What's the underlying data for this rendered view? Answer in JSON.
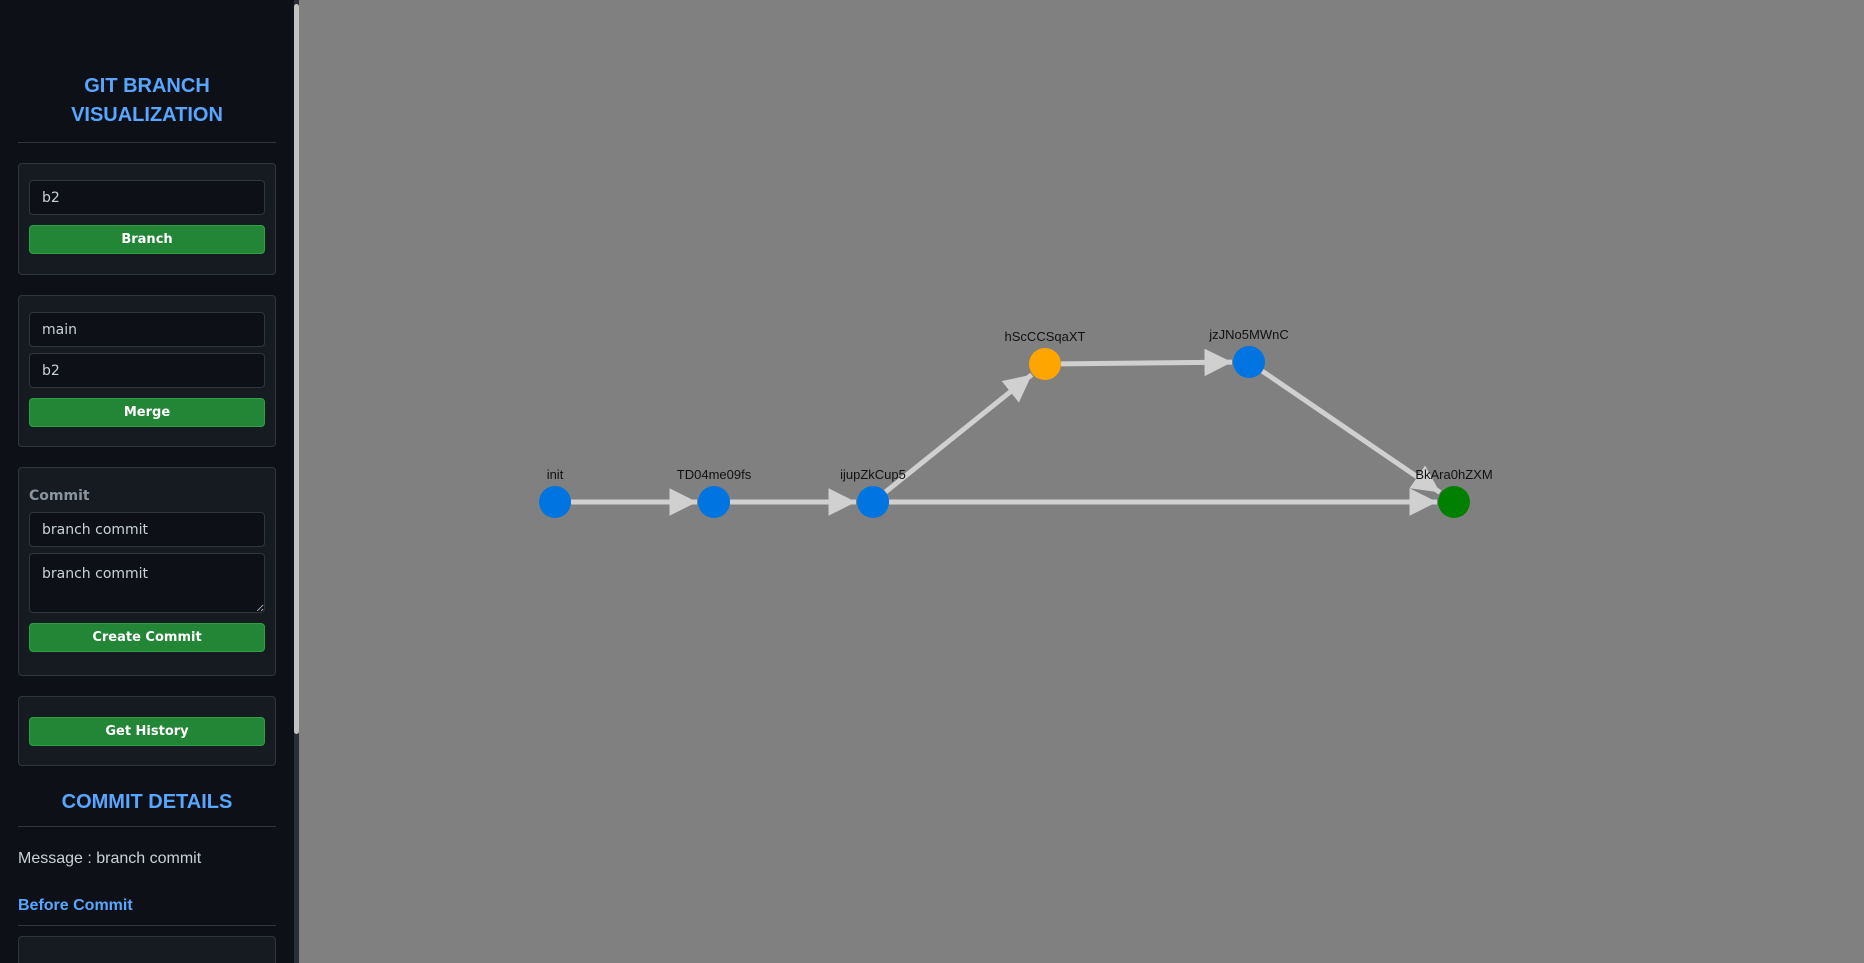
{
  "sidebar": {
    "title": "GIT BRANCH VISUALIZATION",
    "branch_panel": {
      "input_value": "b2",
      "button_label": "Branch"
    },
    "merge_panel": {
      "source_value": "main",
      "target_value": "b2",
      "button_label": "Merge"
    },
    "commit_panel": {
      "label": "Commit",
      "title_value": "branch commit",
      "message_value": "branch commit",
      "button_label": "Create Commit"
    },
    "history_panel": {
      "button_label": "Get History"
    },
    "commit_details": {
      "title": "COMMIT DETAILS",
      "message": "Message : branch commit",
      "before_title": "Before Commit"
    }
  },
  "graph": {
    "colors": {
      "default": "#0074e0",
      "selected": "#ffa500",
      "head": "#008000",
      "edge": "#d0d0d0"
    },
    "nodes": [
      {
        "id": "init",
        "label": "init",
        "color": "#0074e0"
      },
      {
        "id": "TD04me09fs",
        "label": "TD04me09fs",
        "color": "#0074e0"
      },
      {
        "id": "ijupZkCup5",
        "label": "ijupZkCup5",
        "color": "#0074e0"
      },
      {
        "id": "hScCCSqaXT",
        "label": "hScCCSqaXT",
        "color": "#ffa500"
      },
      {
        "id": "jzJNo5MWnC",
        "label": "jzJNo5MWnC",
        "color": "#0074e0"
      },
      {
        "id": "BkAra0hZXM",
        "label": "BkAra0hZXM",
        "color": "#008000"
      }
    ],
    "edges": [
      {
        "from": "init",
        "to": "TD04me09fs"
      },
      {
        "from": "TD04me09fs",
        "to": "ijupZkCup5"
      },
      {
        "from": "ijupZkCup5",
        "to": "hScCCSqaXT"
      },
      {
        "from": "hScCCSqaXT",
        "to": "jzJNo5MWnC"
      },
      {
        "from": "jzJNo5MWnC",
        "to": "BkAra0hZXM"
      },
      {
        "from": "ijupZkCup5",
        "to": "BkAra0hZXM"
      }
    ]
  }
}
